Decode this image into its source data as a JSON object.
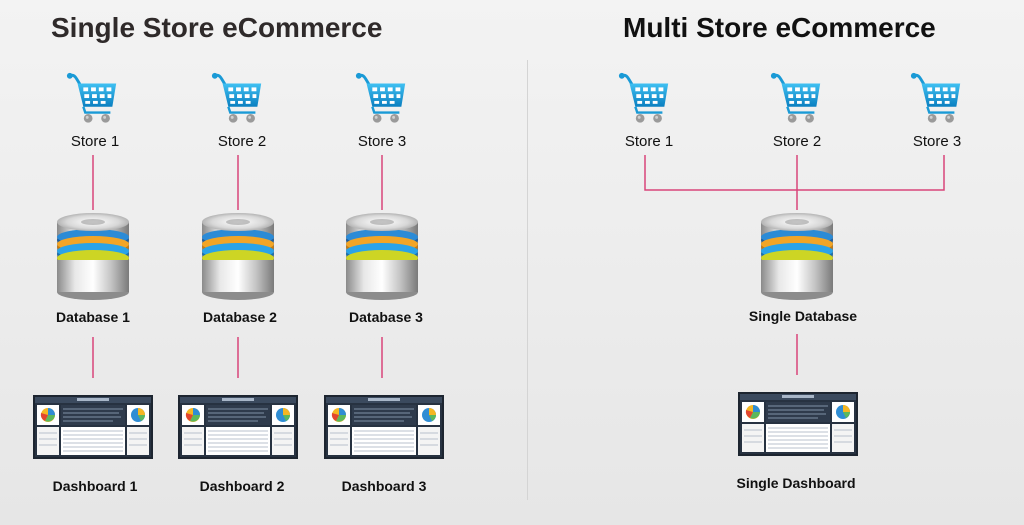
{
  "single": {
    "title": "Single Store eCommerce",
    "stores": [
      "Store 1",
      "Store 2",
      "Store 3"
    ],
    "databases": [
      "Database 1",
      "Database 2",
      "Database 3"
    ],
    "dashboards": [
      "Dashboard 1",
      "Dashboard 2",
      "Dashboard 3"
    ]
  },
  "multi": {
    "title": "Multi Store eCommerce",
    "stores": [
      "Store 1",
      "Store 2",
      "Store 3"
    ],
    "database": "Single Database",
    "dashboard": "Single Dashboard"
  },
  "colors": {
    "connector": "#d9457a",
    "cart": "#1aa0dd",
    "title_left": "#2f2a2a",
    "title_right": "#111111"
  },
  "icons": {
    "store": "shopping-cart-icon",
    "database": "database-icon",
    "dashboard": "dashboard-screen-icon"
  }
}
